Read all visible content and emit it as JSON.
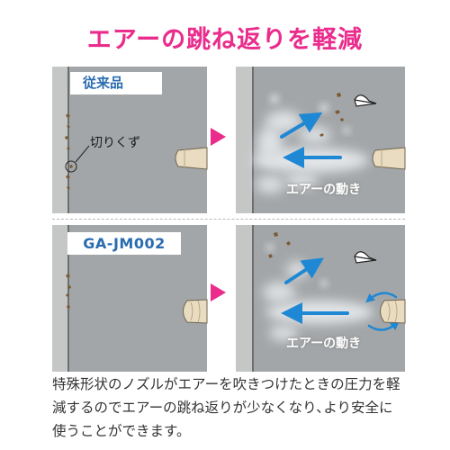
{
  "title": "エアーの跳ね返りを軽減",
  "panels": {
    "top": {
      "label": "従来品",
      "callout": "切りくず",
      "motion_label": "エアーの動き"
    },
    "bottom": {
      "label": "GA-JM002",
      "motion_label": "エアーの動き"
    }
  },
  "description": "特殊形状のノズルがエアーを吹きつけたときの圧力を軽減するのでエアーの跳ね返りが少なくなり､より安全に使うことができます。",
  "colors": {
    "title": "#ea2c8c",
    "panel_bg": "#a3a6a8",
    "wall": "#c5c6c6",
    "arrow": "#1e88d4",
    "label_text": "#2a6cb0",
    "debris": "#7a5a34"
  },
  "icons": [
    "play-arrow-icon",
    "air-arrow-icon",
    "eye-icon",
    "nozzle-icon",
    "debris-icon",
    "swirl-icon"
  ]
}
